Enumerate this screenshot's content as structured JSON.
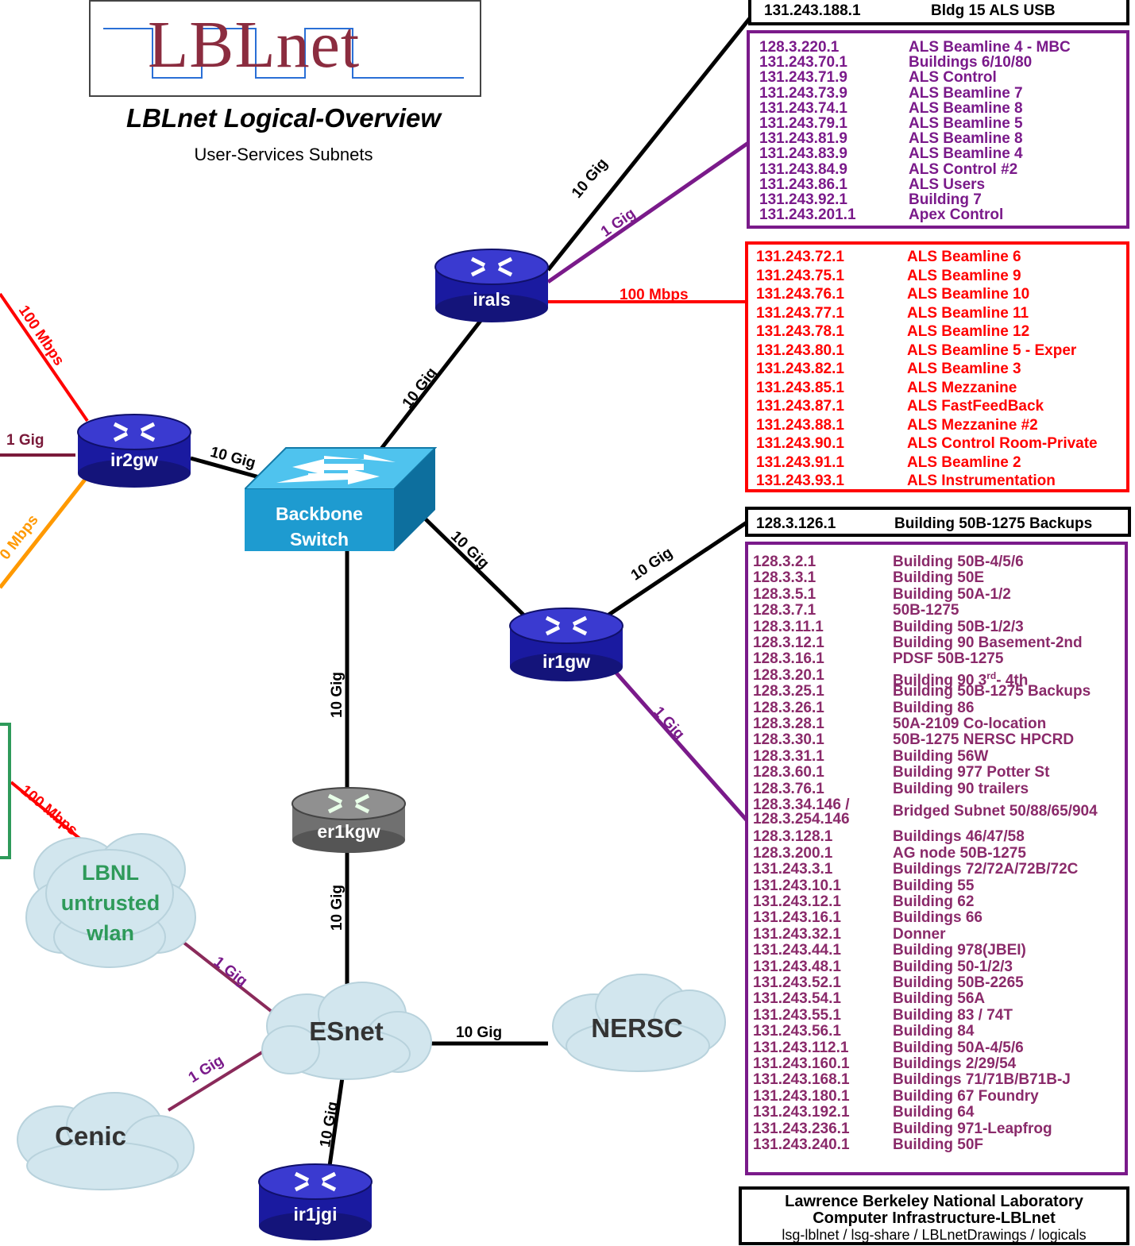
{
  "logo": {
    "text": "LBLnet"
  },
  "title": "LBLnet Logical-Overview",
  "subtitle": "User-Services Subnets",
  "nodes": {
    "irals": "irals",
    "ir2gw": "ir2gw",
    "ir1gw": "ir1gw",
    "er1kgw": "er1kgw",
    "ir1jgi": "ir1jgi",
    "backbone_line1": "Backbone",
    "backbone_line2": "Switch"
  },
  "clouds": {
    "lbnl_line1": "LBNL",
    "lbnl_line2": "untrusted",
    "lbnl_line3": "wlan",
    "esnet": "ESnet",
    "nersc": "NERSC",
    "cenic": "Cenic"
  },
  "links": {
    "irals_bldg15": "10 Gig",
    "irals_purple": "1 Gig",
    "irals_red": "100 Mbps",
    "backbone_irals": "10 Gig",
    "ir2gw_backbone": "10 Gig",
    "ir2gw_left_1gig": "1 Gig",
    "ir2gw_left_red": "100 Mbps",
    "ir2gw_left_orange": "0 Mbps",
    "backbone_ir1gw": "10 Gig",
    "ir1gw_backups": "10 Gig",
    "ir1gw_purple": "1 Gig",
    "backbone_er1kgw": "10 Gig",
    "er1kgw_esnet": "10 Gig",
    "lbnl_esnet": "1 Gig",
    "wlan_box": "100 Mbps",
    "esnet_nersc": "10 Gig",
    "cenic_esnet": "1 Gig",
    "esnet_ir1jgi": "10 Gig"
  },
  "bldg15": {
    "ip": "131.243.188.1",
    "name": "Bldg 15 ALS USB"
  },
  "purple_top": [
    {
      "ip": "128.3.220.1",
      "name": "ALS Beamline 4 - MBC"
    },
    {
      "ip": "131.243.70.1",
      "name": "Buildings 6/10/80"
    },
    {
      "ip": "131.243.71.9",
      "name": "ALS Control"
    },
    {
      "ip": "131.243.73.9",
      "name": "ALS Beamline 7"
    },
    {
      "ip": "131.243.74.1",
      "name": "ALS Beamline 8"
    },
    {
      "ip": "131.243.79.1",
      "name": "ALS Beamline 5"
    },
    {
      "ip": "131.243.81.9",
      "name": "ALS Beamline 8"
    },
    {
      "ip": "131.243.83.9",
      "name": "ALS Beamline 4"
    },
    {
      "ip": "131.243.84.9",
      "name": "ALS Control #2"
    },
    {
      "ip": "131.243.86.1",
      "name": "ALS Users"
    },
    {
      "ip": "131.243.92.1",
      "name": "Building 7"
    },
    {
      "ip": "131.243.201.1",
      "name": "Apex Control"
    }
  ],
  "red_list": [
    {
      "ip": "131.243.72.1",
      "name": "ALS Beamline 6"
    },
    {
      "ip": "131.243.75.1",
      "name": "ALS Beamline 9"
    },
    {
      "ip": "131.243.76.1",
      "name": "ALS Beamline 10"
    },
    {
      "ip": "131.243.77.1",
      "name": "ALS Beamline 11"
    },
    {
      "ip": "131.243.78.1",
      "name": "ALS Beamline 12"
    },
    {
      "ip": "131.243.80.1",
      "name": "ALS Beamline 5 - Exper"
    },
    {
      "ip": "131.243.82.1",
      "name": "ALS Beamline 3"
    },
    {
      "ip": "131.243.85.1",
      "name": "ALS Mezzanine"
    },
    {
      "ip": "131.243.87.1",
      "name": "ALS FastFeedBack"
    },
    {
      "ip": "131.243.88.1",
      "name": "ALS Mezzanine #2"
    },
    {
      "ip": "131.243.90.1",
      "name": "ALS Control Room-Private"
    },
    {
      "ip": "131.243.91.1",
      "name": "ALS Beamline 2"
    },
    {
      "ip": "131.243.93.1",
      "name": "ALS Instrumentation"
    }
  ],
  "backups": {
    "ip": "128.3.126.1",
    "name": "Building 50B-1275 Backups"
  },
  "purple_bottom": [
    {
      "ip": "128.3.2.1",
      "name": "Building 50B-4/5/6"
    },
    {
      "ip": "128.3.3.1",
      "name": "Building 50E"
    },
    {
      "ip": "128.3.5.1",
      "name": "Building 50A-1/2"
    },
    {
      "ip": "128.3.7.1",
      "name": "50B-1275"
    },
    {
      "ip": "128.3.11.1",
      "name": "Building 50B-1/2/3"
    },
    {
      "ip": "128.3.12.1",
      "name": "Building 90 Basement-2nd"
    },
    {
      "ip": "128.3.16.1",
      "name": "PDSF 50B-1275"
    },
    {
      "ip": "128.3.20.1",
      "name": "Building 90 3",
      "sup": "rd",
      "tail": "- 4th"
    },
    {
      "ip": "128.3.25.1",
      "name": "Building 50B-1275  Backups"
    },
    {
      "ip": "128.3.26.1",
      "name": "Building 86"
    },
    {
      "ip": "128.3.28.1",
      "name": "50A-2109 Co-location"
    },
    {
      "ip": "128.3.30.1",
      "name": "50B-1275 NERSC HPCRD"
    },
    {
      "ip": "128.3.31.1",
      "name": "Building 56W"
    },
    {
      "ip": "128.3.60.1",
      "name": "Building 977 Potter St"
    },
    {
      "ip": "128.3.76.1",
      "name": "Building 90 trailers"
    },
    {
      "ip": "128.3.34.146 /",
      "ip2": "128.3.254.146",
      "name": "Bridged Subnet 50/88/65/904"
    },
    {
      "ip": "128.3.128.1",
      "name": "Buildings 46/47/58"
    },
    {
      "ip": "128.3.200.1",
      "name": "AG node 50B-1275"
    },
    {
      "ip": "131.243.3.1",
      "name": "Buildings 72/72A/72B/72C"
    },
    {
      "ip": "131.243.10.1",
      "name": "Building 55"
    },
    {
      "ip": "131.243.12.1",
      "name": "Building 62"
    },
    {
      "ip": "131.243.16.1",
      "name": "Buildings 66"
    },
    {
      "ip": "131.243.32.1",
      "name": "Donner"
    },
    {
      "ip": "131.243.44.1",
      "name": "Building 978(JBEI)"
    },
    {
      "ip": "131.243.48.1",
      "name": "Building 50-1/2/3"
    },
    {
      "ip": "131.243.52.1",
      "name": "Building 50B-2265"
    },
    {
      "ip": "131.243.54.1",
      "name": "Building 56A"
    },
    {
      "ip": "131.243.55.1",
      "name": "Building 83 / 74T"
    },
    {
      "ip": "131.243.56.1",
      "name": "Building 84"
    },
    {
      "ip": "131.243.112.1",
      "name": "Building 50A-4/5/6"
    },
    {
      "ip": "131.243.160.1",
      "name": "Buildings 2/29/54"
    },
    {
      "ip": "131.243.168.1",
      "name": "Buildings 71/71B/B71B-J"
    },
    {
      "ip": "131.243.180.1",
      "name": "Building 67 Foundry"
    },
    {
      "ip": "131.243.192.1",
      "name": "Building 64"
    },
    {
      "ip": "131.243.236.1",
      "name": "Building 971-Leapfrog"
    },
    {
      "ip": "131.243.240.1",
      "name": "Building 50F"
    }
  ],
  "footer": {
    "line1": "Lawrence Berkeley National Laboratory",
    "line2": "Computer Infrastructure-LBLnet",
    "line3": "lsg-lblnet / lsg-share / LBLnetDrawings / logicals"
  },
  "colors": {
    "purple": "#7a1a8a",
    "red": "#ff0000",
    "orange": "#ff9900",
    "dark_red": "#7a1a3a",
    "green": "#2e9a5a",
    "router_blue": "#1a1aa0",
    "switch_blue": "#1e9bd0",
    "router_gray": "#707070"
  }
}
